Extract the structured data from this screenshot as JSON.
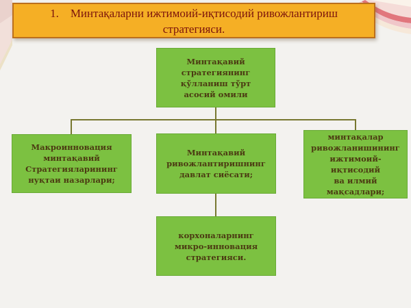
{
  "slide": {
    "bg_color": "#f3f2ef"
  },
  "title": {
    "text": "1. Минтақаларни ижтимоий-иқтисодий ривожлантириш\nстратегияси.",
    "bg_color": "#f5af25",
    "border_color": "#bb6f1d",
    "text_color": "#7b130c"
  },
  "diagram": {
    "box_fill": "#7cc141",
    "box_border": "#69aa35",
    "text_color": "#4b3a12",
    "connector_color": "#77772f",
    "nodes": {
      "root": {
        "text": "Минтақавий\nстратегиянинг\nқўлланиш тўрт\nасосий омили"
      },
      "left": {
        "text": "Макроинновация\nминтақавий\nСтратегияларининг\nнуқтаи назарлари;"
      },
      "center": {
        "text": "Минтақавий\nривожлантиришнинг\nдавлат сиёсати;"
      },
      "right": {
        "text": "минтақалар\nривожланишининг\nижтимоий-\nиқтисодий\nва илмий\nмақсадлари;"
      },
      "bottom": {
        "text": "корхоналарнинг\nмикро-инновация\nстратегияси."
      }
    }
  },
  "decoration": {
    "swoosh_stripe_colors": [
      "#f5dcd8",
      "#e1767d",
      "#f0c6c9",
      "#f6e8d9"
    ],
    "corner_color": "#ead2cd"
  }
}
